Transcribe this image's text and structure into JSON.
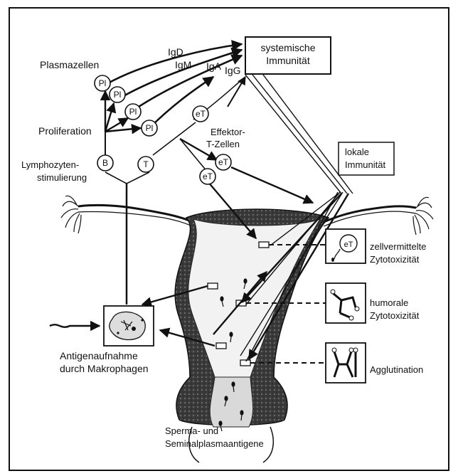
{
  "labels": {
    "plasmazellen": "Plasmazellen",
    "proliferation": "Proliferation",
    "lymphozyten_1": "Lymphozyten-",
    "lymphozyten_2": "stimulierung",
    "effektor_1": "Effektor-",
    "effektor_2": "T-Zellen",
    "systemische_1": "systemische",
    "systemische_2": "Immunität",
    "lokale_1": "lokale",
    "lokale_2": "Immunität",
    "zell_1": "zellvermittelte",
    "zell_2": "Zytotoxizität",
    "humoral_1": "humorale",
    "humoral_2": "Zytotoxizität",
    "agglutination": "Agglutination",
    "antigen_1": "Antigenaufnahme",
    "antigen_2": "durch Makrophagen",
    "sperma_1": "Sperma- und",
    "sperma_2": "Seminalplasmaantigene"
  },
  "antibodies": {
    "igd": "IgD",
    "igm": "IgM",
    "iga": "IgA",
    "igg": "IgG"
  },
  "cells": {
    "pl": "Pl",
    "b": "B",
    "t": "T",
    "et": "eT"
  }
}
